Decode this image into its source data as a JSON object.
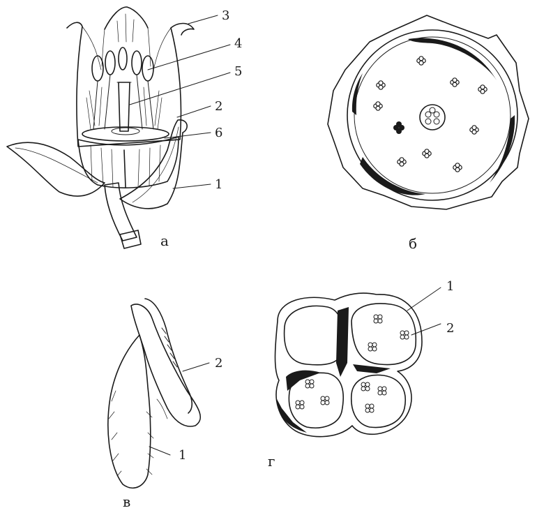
{
  "panels": [
    {
      "id": "a",
      "caption": "а"
    },
    {
      "id": "b",
      "caption": "б"
    },
    {
      "id": "v",
      "caption": "в"
    },
    {
      "id": "g",
      "caption": "г"
    }
  ],
  "labels": {
    "a": [
      "1",
      "2",
      "3",
      "4",
      "5",
      "6"
    ],
    "v": [
      "1",
      "2"
    ],
    "g": [
      "1",
      "2"
    ]
  }
}
